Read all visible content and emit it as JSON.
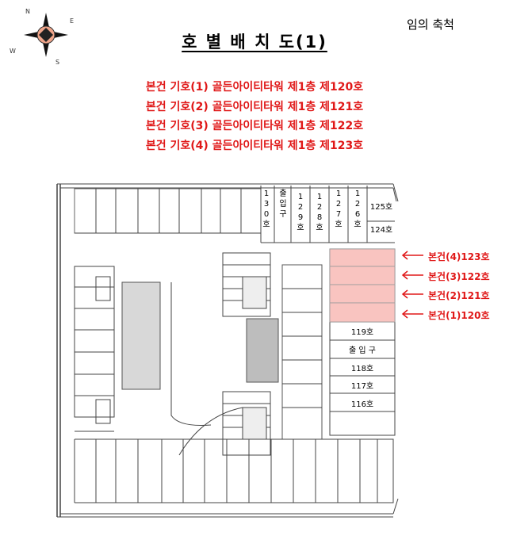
{
  "header": {
    "scale_note": "임의 축척",
    "title": "호 별 배 치 도(1)"
  },
  "compass": {
    "north": "N",
    "east": "E",
    "south": "S",
    "west": "W"
  },
  "units_list": [
    "본건 기호(1) 골든아이티타워 제1층 제120호",
    "본건 기호(2) 골든아이티타워 제1층 제121호",
    "본건 기호(3) 골든아이티타워 제1층 제122호",
    "본건 기호(4) 골든아이티타워 제1층 제123호"
  ],
  "floor_plan": {
    "top_labels": {
      "r130": "130호",
      "entrance_top": "출입구",
      "r129": "129호",
      "r128": "128호",
      "r127": "127호",
      "r126": "126호"
    },
    "r125": "125호",
    "r124": "124호",
    "r119": "119호",
    "entrance_right": "출 입 구",
    "r118": "118호",
    "r117": "117호",
    "r116": "116호",
    "highlight_color": "#f9c4c0",
    "callouts": [
      "본건(4)123호",
      "본건(3)122호",
      "본건(2)121호",
      "본건(1)120호"
    ],
    "accent_color": "#e01818"
  }
}
